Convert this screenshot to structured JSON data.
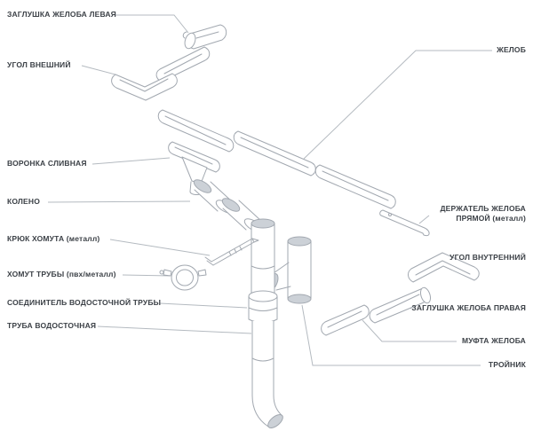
{
  "diagram": {
    "type": "exploded-parts-diagram",
    "subject": "rainwater gutter and downpipe system components",
    "colors": {
      "background": "#ffffff",
      "part_line": "#a2a8b0",
      "leader_line": "#b4bac0",
      "label_text": "#3c4147",
      "opening_fill": "#ccd1d7"
    }
  },
  "labels": {
    "left": [
      {
        "text": "ЗАГЛУШКА ЖЕЛОБА ЛЕВАЯ"
      },
      {
        "text": "УГОЛ ВНЕШНИЙ"
      },
      {
        "text": "ВОРОНКА СЛИВНАЯ"
      },
      {
        "text": "КОЛЕНО"
      },
      {
        "text": "КРЮК ХОМУТА (металл)"
      },
      {
        "text": "ХОМУТ ТРУБЫ (пвх/металл)"
      },
      {
        "text": "СОЕДИНИТЕЛЬ ВОДОСТОЧНОЙ ТРУБЫ"
      },
      {
        "text": "ТРУБА ВОДОСТОЧНАЯ"
      }
    ],
    "right": [
      {
        "text": "ЖЕЛОБ"
      },
      {
        "line1": "ДЕРЖАТЕЛЬ ЖЕЛОБА",
        "line2": "ПРЯМОЙ (металл)"
      },
      {
        "text": "УГОЛ ВНУТРЕННИЙ"
      },
      {
        "text": "ЗАГЛУШКА ЖЕЛОБА ПРАВАЯ"
      },
      {
        "text": "МУФТА ЖЕЛОБА"
      },
      {
        "text": "ТРОЙНИК"
      }
    ]
  }
}
